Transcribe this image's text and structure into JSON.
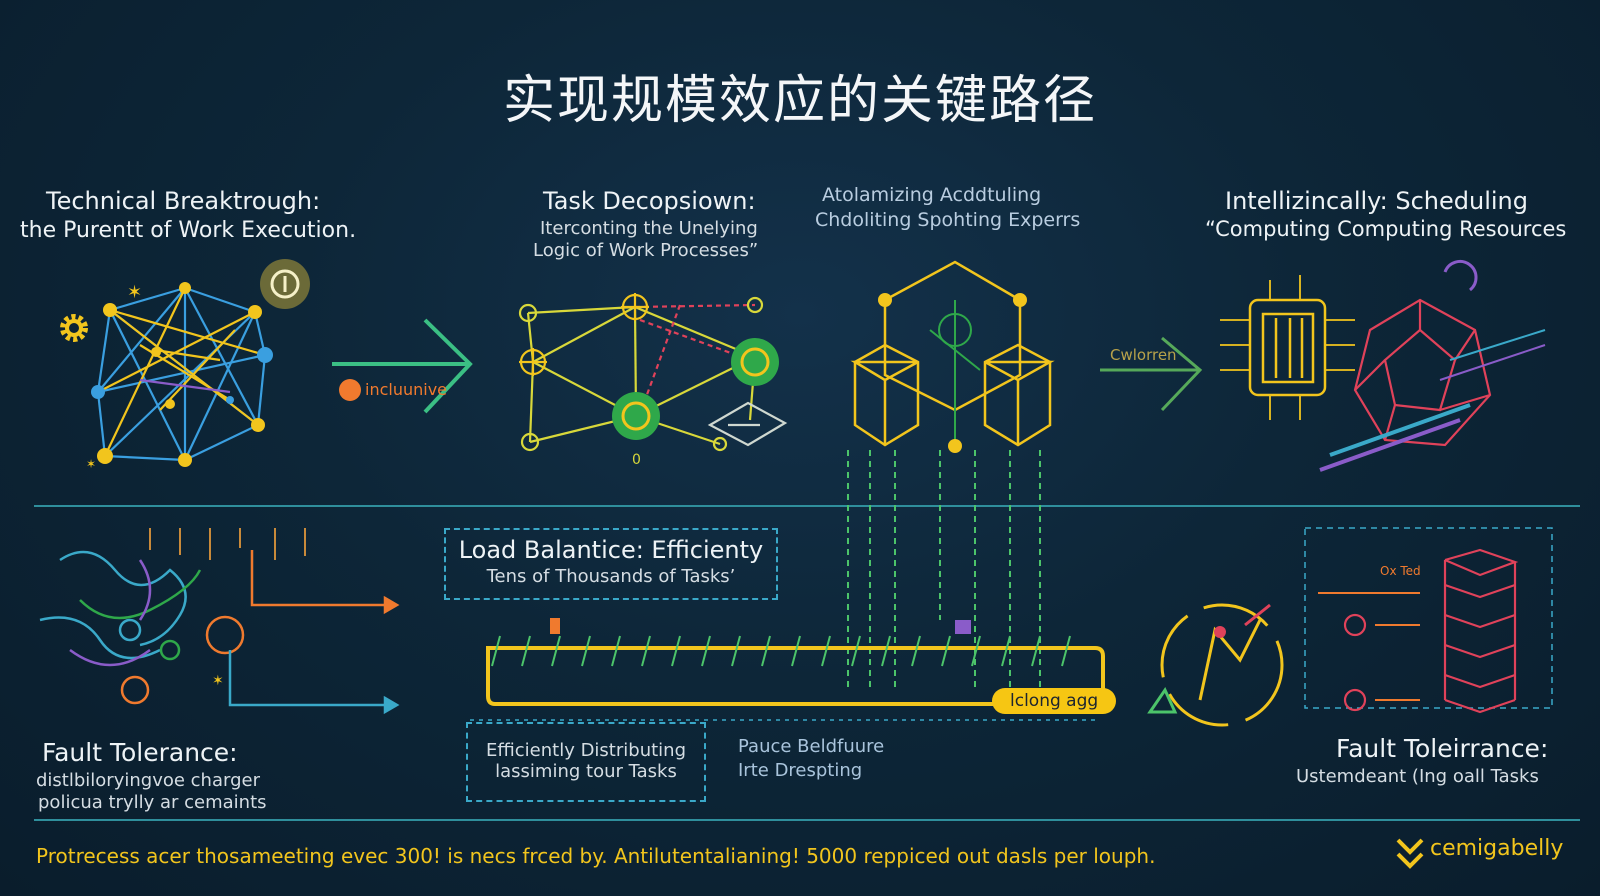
{
  "title": "实现规模效应的关键路径",
  "sections": {
    "breakthrough": {
      "heading": "Technical Breaktrough:",
      "sub": "the Purentt of Work Execution."
    },
    "decomposition": {
      "heading": "Task Decopsiown:",
      "sub1": "Iterconting the Unelying",
      "sub2": "Logic of Work Processes”"
    },
    "automating": {
      "line1": "Atolamizing Acddtuling",
      "line2": "Chdoliting Spohting Experrs"
    },
    "scheduling": {
      "heading": "Intellizincally: Scheduling",
      "sub": "“Computing Computing Resources"
    },
    "load_balance": {
      "heading": "Load Balantice: Efficienty",
      "sub": "Tens of Thousands of Tasks’"
    },
    "fault_left": {
      "heading": "Fault Tolerance:",
      "sub1": "distlbiloryingvoe charger",
      "sub2": "policua trylly ar cemaints"
    },
    "fault_right": {
      "heading": "Fault Toleirrance:",
      "sub": "Ustemdeant (Ing oall Tasks"
    },
    "distributing": {
      "line1": "Efficiently Distributing",
      "line2": "lassiming tour Tasks"
    },
    "pause": {
      "line1": "Pauce Beldfuure",
      "line2": "Irte Drespting"
    }
  },
  "labels": {
    "arrow_left": "incluunive",
    "arrow_right": "Cwlorren",
    "badge": "lclong agg",
    "zero": "0",
    "oxted": "Ox Ted"
  },
  "footer": "Protrecess acer thosameeting evec 300! is necs frced by. Antilutentalianing! 5000 reppiced out dasls per louph.",
  "logo": "cemigabelly",
  "colors": {
    "background": "#0d2638",
    "accent_yellow": "#f2c51d",
    "accent_blue": "#3aa9c9",
    "accent_green": "#4cc46a",
    "accent_orange": "#f07a2e",
    "accent_red": "#e0425a"
  }
}
